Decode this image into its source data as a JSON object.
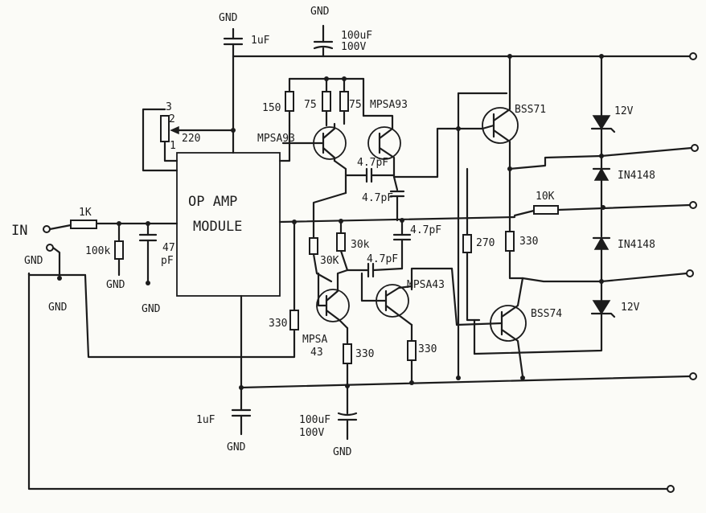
{
  "supply": {
    "gnd_top_a": "GND",
    "cap_top_a": "1uF",
    "gnd_top_b": "GND",
    "cap_top_b_1": "100uF",
    "cap_top_b_2": "100V",
    "gnd_bot_a": "GND",
    "cap_bot_a": "1uF",
    "gnd_bot_b": "GND",
    "cap_bot_b_1": "100uF",
    "cap_bot_b_2": "100V"
  },
  "input": {
    "in_label": "IN",
    "gnd_label": "GND",
    "gnd_label_2": "GND",
    "r_in": "1K",
    "r_100k": "100k",
    "gnd_r": "GND",
    "cap_47_1": "47",
    "cap_47_2": "pF",
    "gnd_c": "GND"
  },
  "opamp": {
    "line1": "OP AMP",
    "line2": "MODULE",
    "pot_value": "220",
    "pin1": "1",
    "pin2": "2",
    "pin3": "3"
  },
  "driver": {
    "r150": "150",
    "r75a": "75",
    "r75b": "75",
    "q_pnp_a": "MPSA93",
    "q_pnp_b": "MPSA93",
    "c_a": "4.7pF",
    "c_b": "4.7pF",
    "c_c": "4.7pF",
    "c_d": "4.7pF",
    "r30k_a": "30k",
    "r30k_b": "30K",
    "q_npn_a_1": "MPSA",
    "q_npn_a_2": "43",
    "q_npn_b": "MPSA43",
    "r330_a": "330",
    "r330_b": "330",
    "r330_c": "330"
  },
  "output": {
    "q_top": "BSS71",
    "q_bot": "BSS74",
    "z_top": "12V",
    "z_bot": "12V",
    "d_a": "IN4148",
    "d_b": "IN4148",
    "r10k": "10K",
    "r270": "270",
    "r330": "330"
  }
}
